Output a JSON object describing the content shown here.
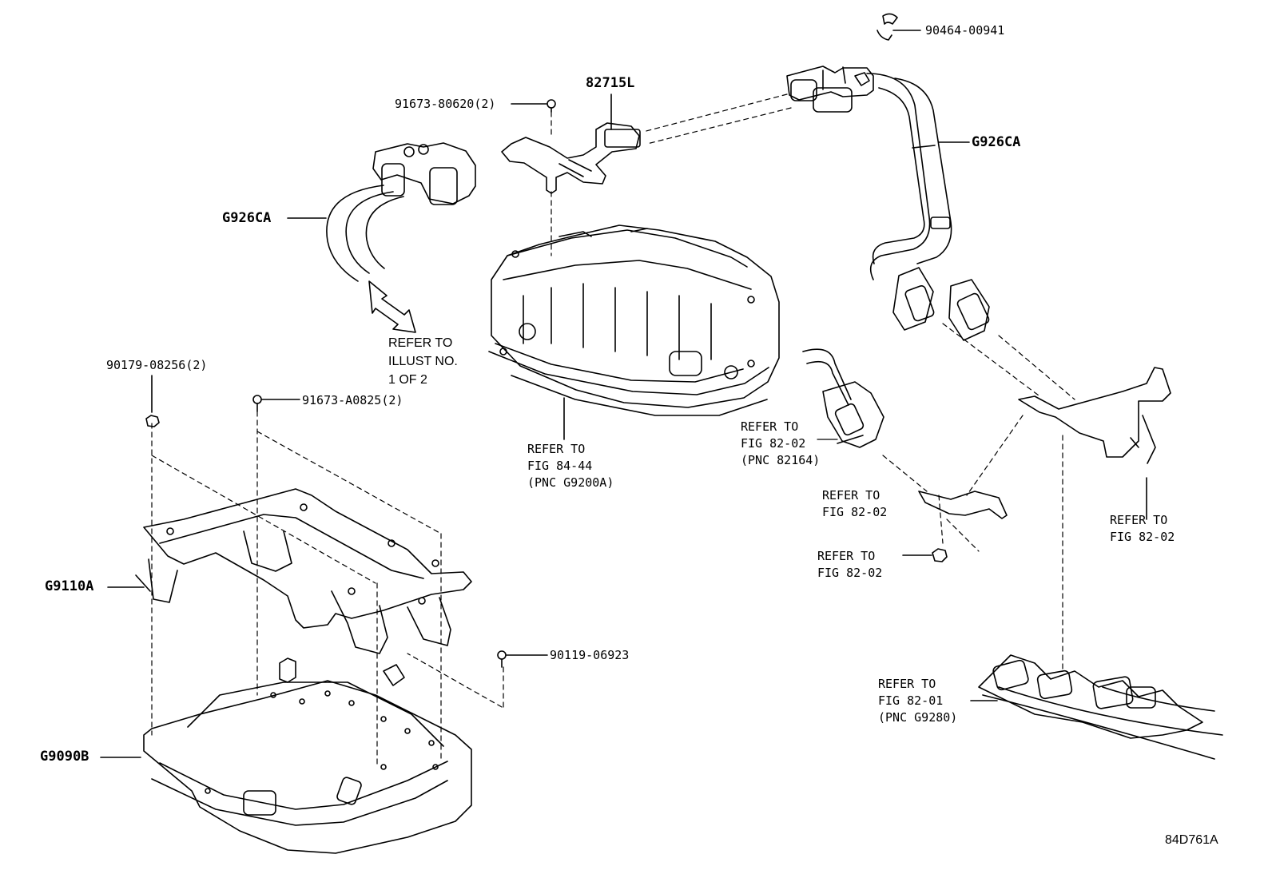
{
  "diagram": {
    "figure_code": "84D761A",
    "callouts": {
      "c_90464": "90464-00941",
      "c_82715L": "82715L",
      "c_91673_80620": "91673-80620(2)",
      "c_G926CA_right": "G926CA",
      "c_G926CA_left": "G926CA",
      "c_90179": "90179-08256(2)",
      "c_91673_A0825": "91673-A0825(2)",
      "c_G9110A": "G9110A",
      "c_90119": "90119-06923",
      "c_G9090B": "G9090B"
    },
    "references": {
      "ref_illust": [
        "REFER TO",
        "ILLUST NO.",
        "1 OF 2"
      ],
      "ref_fig8444": [
        "REFER TO",
        "FIG 84-44",
        "(PNC G9200A)"
      ],
      "ref_fig8202_a": [
        "REFER TO",
        "FIG 82-02",
        "(PNC 82164)"
      ],
      "ref_fig8202_b": [
        "REFER TO",
        "FIG 82-02"
      ],
      "ref_fig8202_c": [
        "REFER TO",
        "FIG 82-02"
      ],
      "ref_fig8202_d": [
        "REFER TO",
        "FIG 82-02"
      ],
      "ref_fig8201": [
        "REFER TO",
        "FIG 82-01",
        "(PNC G9280)"
      ]
    }
  }
}
